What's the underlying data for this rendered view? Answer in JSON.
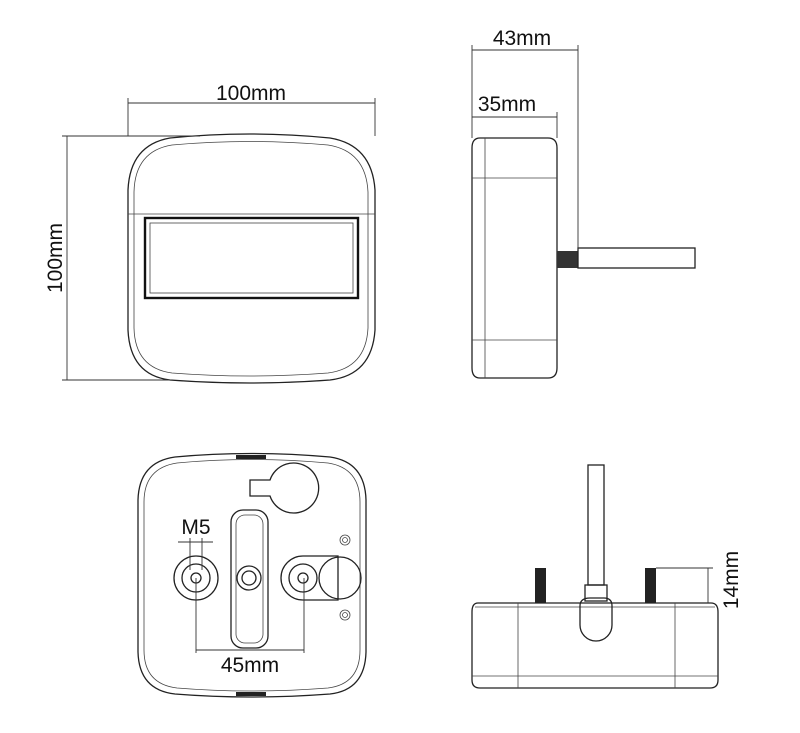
{
  "diagram": {
    "front_view": {
      "width_label": "100mm",
      "height_label": "100mm"
    },
    "side_view": {
      "depth_total_label": "43mm",
      "depth_body_label": "35mm"
    },
    "rear_view": {
      "thread_label": "M5",
      "stud_spacing_label": "45mm"
    },
    "bottom_view": {
      "stud_length_label": "14mm"
    }
  }
}
